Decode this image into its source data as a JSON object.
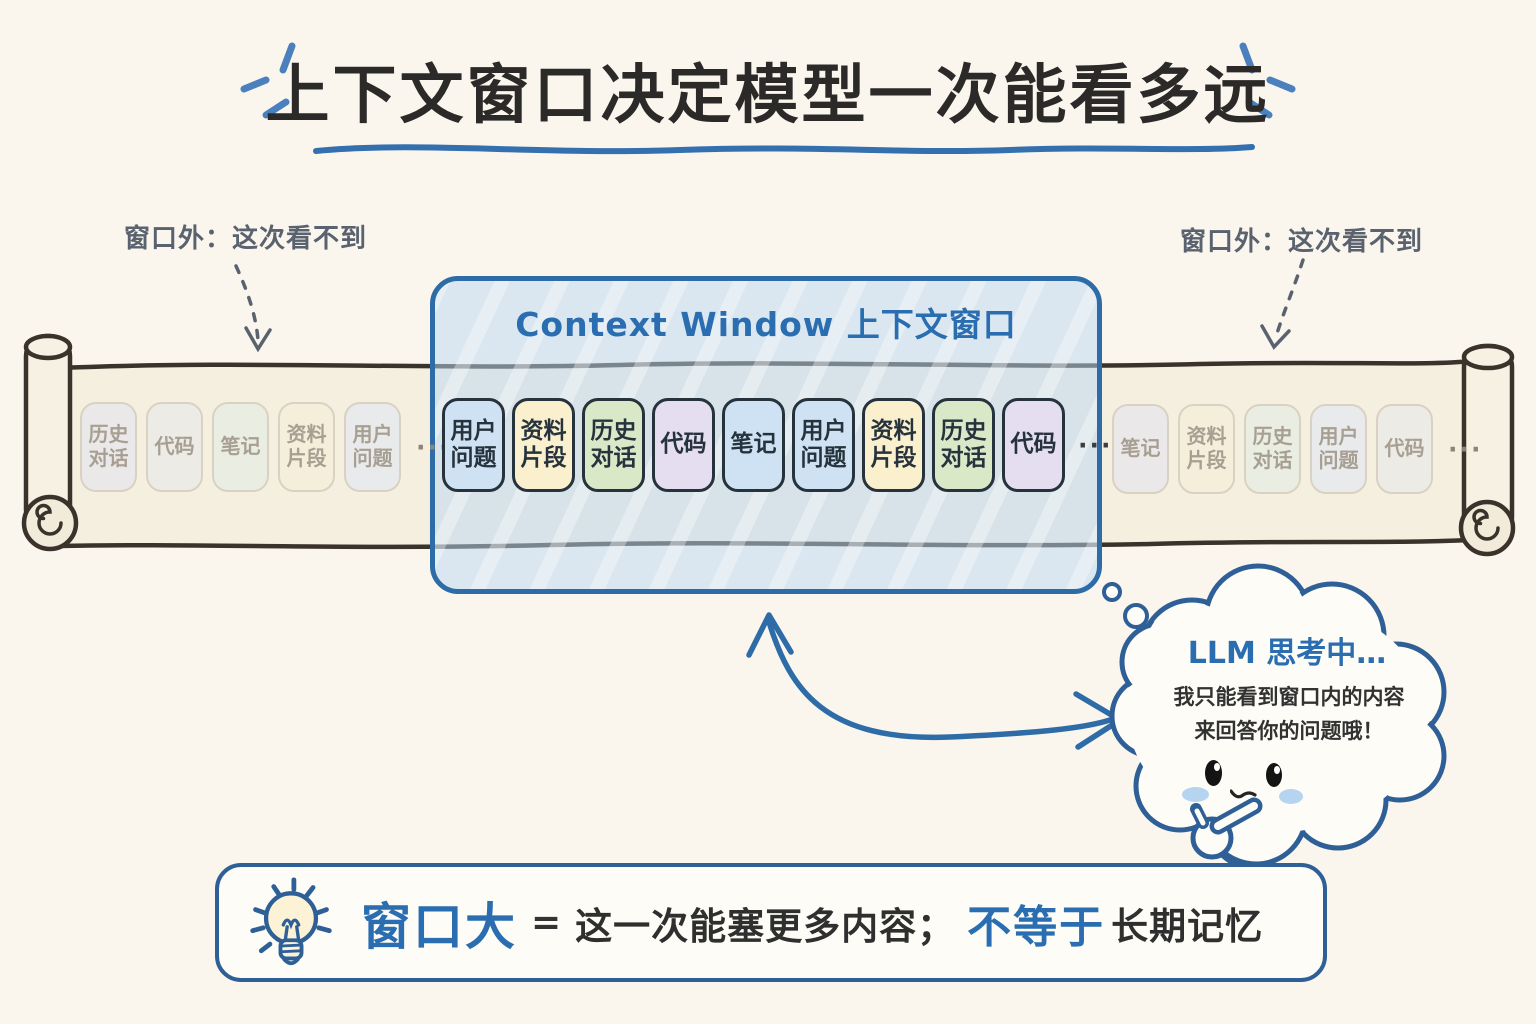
{
  "title": "上下文窗口决定模型一次能看多远",
  "outside": {
    "left_label": "窗口外：这次看不到",
    "right_label": "窗口外：这次看不到"
  },
  "context_window": {
    "title": "Context Window 上下文窗口",
    "tokens": [
      {
        "label": "用户问题"
      },
      {
        "label": "资料片段"
      },
      {
        "label": "历史对话"
      },
      {
        "label": "代码"
      },
      {
        "label": "笔记"
      },
      {
        "label": "用户问题"
      },
      {
        "label": "资料片段"
      },
      {
        "label": "历史对话"
      },
      {
        "label": "代码"
      }
    ],
    "ellipsis": "···"
  },
  "scroll": {
    "left_tokens": [
      "历史对话",
      "代码",
      "笔记",
      "资料片段",
      "用户问题"
    ],
    "left_ellipsis": "···",
    "right_tokens": [
      "笔记",
      "资料片段",
      "历史对话",
      "用户问题",
      "代码"
    ],
    "right_ellipsis": "···"
  },
  "cloud": {
    "title": "LLM 思考中…",
    "line1": "我只能看到窗口内的内容",
    "line2": "来回答你的问题哦！"
  },
  "tip": {
    "big": "窗口大",
    "eq": "=",
    "more": "这一次能塞更多内容；",
    "neq": "不等于",
    "memory": "长期记忆"
  },
  "colors": {
    "background": "#faf6ee",
    "accent_blue": "#2a6db0",
    "outline_blue": "#2e5f96",
    "window_border": "#2e6ca8",
    "ink": "#2b2a28",
    "label_gray": "#59626e",
    "scroll_paper": "#f5efe0",
    "scroll_outline": "#3a332b",
    "token_blue_bg": "#cfe2f3",
    "token_blue_border": "#4a85bd",
    "token_yellow_bg": "#faf0cd",
    "token_yellow_border": "#d0a74f",
    "token_green_bg": "#d9e9c8",
    "token_green_border": "#79a35a",
    "token_purple_bg": "#e4def0",
    "token_purple_border": "#8f7fb5"
  }
}
